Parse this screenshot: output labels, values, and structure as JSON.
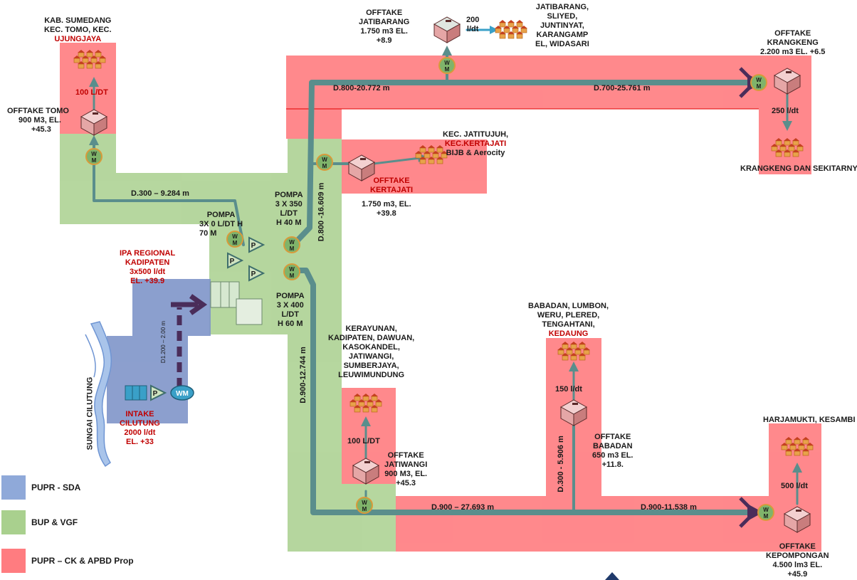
{
  "colors": {
    "sda": "#8fa9d9",
    "bup": "#a9d08e",
    "ck": "#ff7c80",
    "pipe": "#5a8e8c",
    "arrow_dark": "#4a2d5a"
  },
  "legend": [
    {
      "label": "PUPR - SDA"
    },
    {
      "label": "BUP & VGF"
    },
    {
      "label": "PUPR – CK & APBD Prop"
    }
  ],
  "labels": {
    "sumedang": [
      "KAB. SUMEDANG",
      "KEC. TOMO, KEC.",
      "UJUNGJAYA"
    ],
    "tomo_flow": "100 L/DT",
    "offtake_tomo": [
      "OFFTAKE TOMO",
      "900 M3,  EL.",
      "+45.3"
    ],
    "pipe_tomo": "D.300 – 9.284 m",
    "pompa1": [
      "POMPA",
      "3X 0 L/DT H",
      "70 M"
    ],
    "pompa2": [
      "POMPA",
      "3 X 350",
      "L/DT",
      "H 40 M"
    ],
    "pompa3": [
      "POMPA",
      "3 X 400",
      "L/DT",
      "H 60 M"
    ],
    "ipa": [
      "IPA REGIONAL",
      "KADIPATEN",
      "3x500 l/dt",
      "EL. +39.9"
    ],
    "intake": [
      "INTAKE",
      "CILUTUNG",
      "2000 l/dt",
      "EL. +33"
    ],
    "river": "SUNGAI CILUTUNG",
    "raw_pipe": "D1.200 – 2.00 m",
    "offtake_jatibarang": [
      "OFFTAKE",
      "JATIBARANG",
      "1.750 m3 EL.",
      "+8.9"
    ],
    "jatibarang_flow": [
      "200",
      "l/dt"
    ],
    "jatibarang_area": [
      "JATIBARANG,",
      "SLIYED,",
      "JUNTINYAT,",
      "KARANGAMP",
      "EL, WIDASARI"
    ],
    "pipe_north1": "D.800-20.772 m",
    "pipe_north2": "D.700-25.761 m",
    "offtake_krangkeng": [
      "OFFTAKE",
      "KRANGKENG",
      "2.200 m3 EL. +6.5"
    ],
    "krangkeng_flow": "250 l/dt",
    "krangkeng_area": "KRANGKENG DAN SEKITARNYA",
    "jatitujuh": [
      "KEC. JATITUJUH,",
      "KEC.KERTAJATI",
      "BIJB & Aerocity"
    ],
    "offtake_kertajati": [
      "OFFTAKE",
      "KERTAJATI"
    ],
    "kertajati_cap": [
      "1.750 m3, EL.",
      "+39.8"
    ],
    "pipe_v1": "D.800 -16.609 m",
    "pipe_v2": "D.900-12.744 m",
    "kadipaten_area": [
      "KERAYUNAN,",
      "KADIPATEN, DAWUAN,",
      "KASOKANDEL,",
      "JATIWANGI,",
      "SUMBERJAYA,",
      "LEUWIMUNDUNG"
    ],
    "jatiwangi_flow": "100 L/DT",
    "offtake_jatiwangi": [
      "OFFTAKE",
      "JATIWANGI",
      "900 M3,  EL.",
      "+45.3"
    ],
    "babadan_area": [
      "BABADAN, LUMBON,",
      "WERU, PLERED,",
      "TENGAHTANI,",
      "KEDAUNG"
    ],
    "babadan_flow": "150  l/dt",
    "offtake_babadan": [
      "OFFTAKE",
      "BABADAN",
      "650 m3 EL.",
      "+11.8."
    ],
    "pipe_babadan": "D.300 - 5.906 m",
    "pipe_south1": "D.900 – 27.693 m",
    "pipe_south2": "D.900-11.538 m",
    "harjamukti_area": "HARJAMUKTI, KESAMBI",
    "kepompongan_flow": "500  l/dt",
    "offtake_kepompongan": [
      "OFFTAKE",
      "KEPOMPONGAN",
      "4.500 lm3 EL.",
      "+45.9"
    ],
    "wm": "WM",
    "wm_w": "W",
    "wm_m": "M",
    "pump_p": "P"
  }
}
